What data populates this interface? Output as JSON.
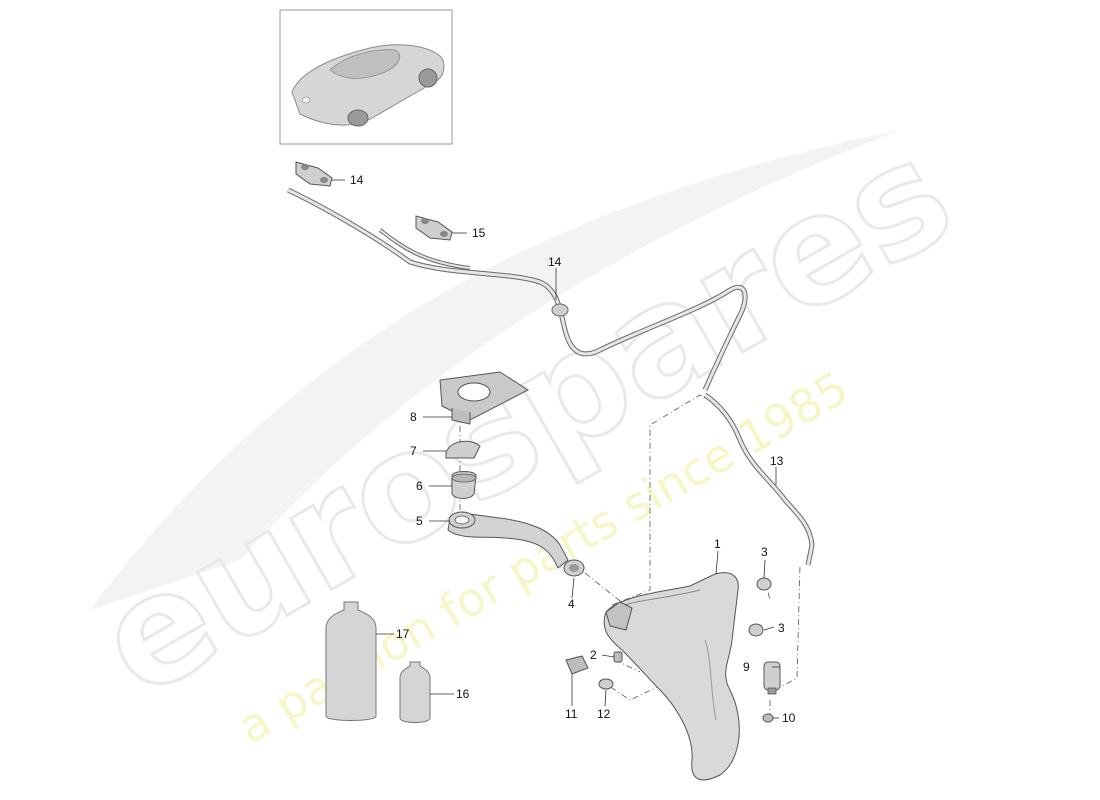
{
  "watermark": {
    "brand": "eurospares",
    "tagline": "a passion for parts since 1985"
  },
  "thumbnail": {
    "icon": "car-icon"
  },
  "callouts": [
    "1",
    "2",
    "3",
    "3",
    "4",
    "5",
    "6",
    "7",
    "8",
    "9",
    "10",
    "11",
    "12",
    "13",
    "14",
    "15",
    "15",
    "16",
    "17"
  ],
  "colors": {
    "part_fill": "#d8d8d8",
    "part_stroke": "#666666",
    "leader": "#333333",
    "dashed": "#555555",
    "watermark_grey": "#e9e9e9",
    "watermark_yellow": "#f6f6c8"
  }
}
